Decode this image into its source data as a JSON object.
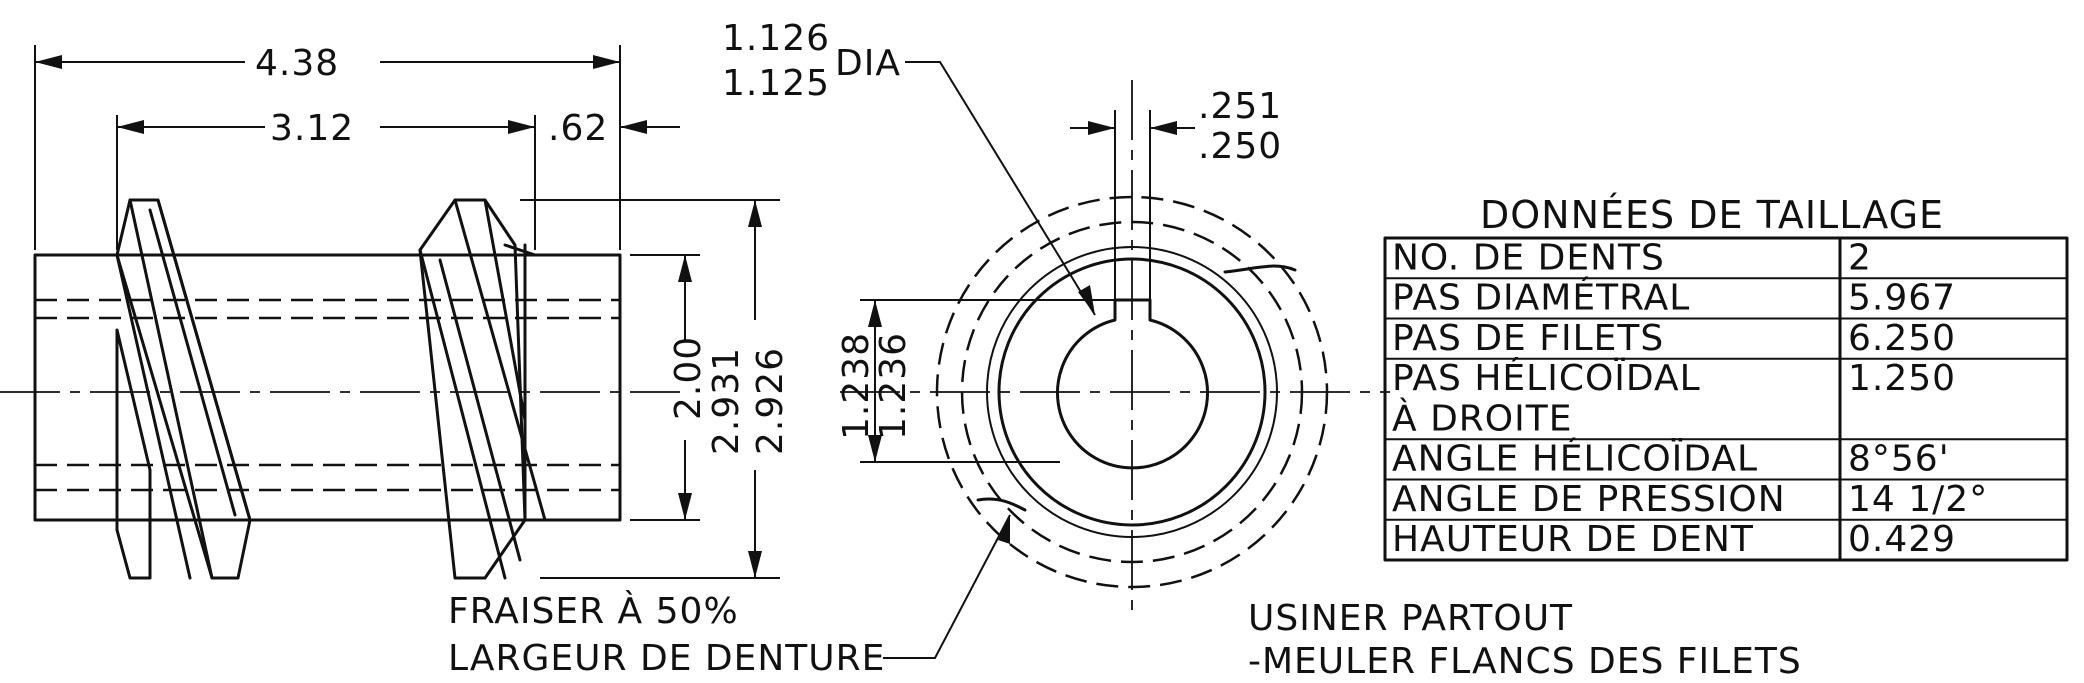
{
  "dimensions": {
    "overall_length": "4.38",
    "left_length": "3.12",
    "right_length": ".62",
    "bore_dia_max": "1.126",
    "bore_dia_min": "1.125",
    "dia_label": "DIA",
    "keyway_width_max": ".251",
    "keyway_width_min": ".250",
    "keyway_depth_max": "1.238",
    "keyway_depth_min": "1.236",
    "hub_dia": "2.00",
    "outside_dia_max": "2.931",
    "outside_dia_min": "2.926"
  },
  "notes": {
    "chamfer_line1": "FRAISER À 50%",
    "chamfer_line2": "LARGEUR DE DENTURE",
    "finish_line1": "USINER PARTOUT",
    "finish_line2": "-MEULER FLANCS DES FILETS"
  },
  "table": {
    "title": "DONNÉES DE TAILLAGE",
    "rows": [
      {
        "label": "NO. DE DENTS",
        "value": "2"
      },
      {
        "label": "PAS DIAMÉTRAL",
        "value": "5.967"
      },
      {
        "label": "PAS DE FILETS",
        "value": "6.250"
      },
      {
        "label": "PAS HÉLICOÏDAL",
        "value": "1.250"
      },
      {
        "label": "À DROITE",
        "value": ""
      },
      {
        "label": "ANGLE HÉLICOÏDAL",
        "value": "8°56'"
      },
      {
        "label": "ANGLE DE PRESSION",
        "value": "14 1/2°"
      },
      {
        "label": "HAUTEUR DE DENT",
        "value": "0.429"
      }
    ]
  }
}
